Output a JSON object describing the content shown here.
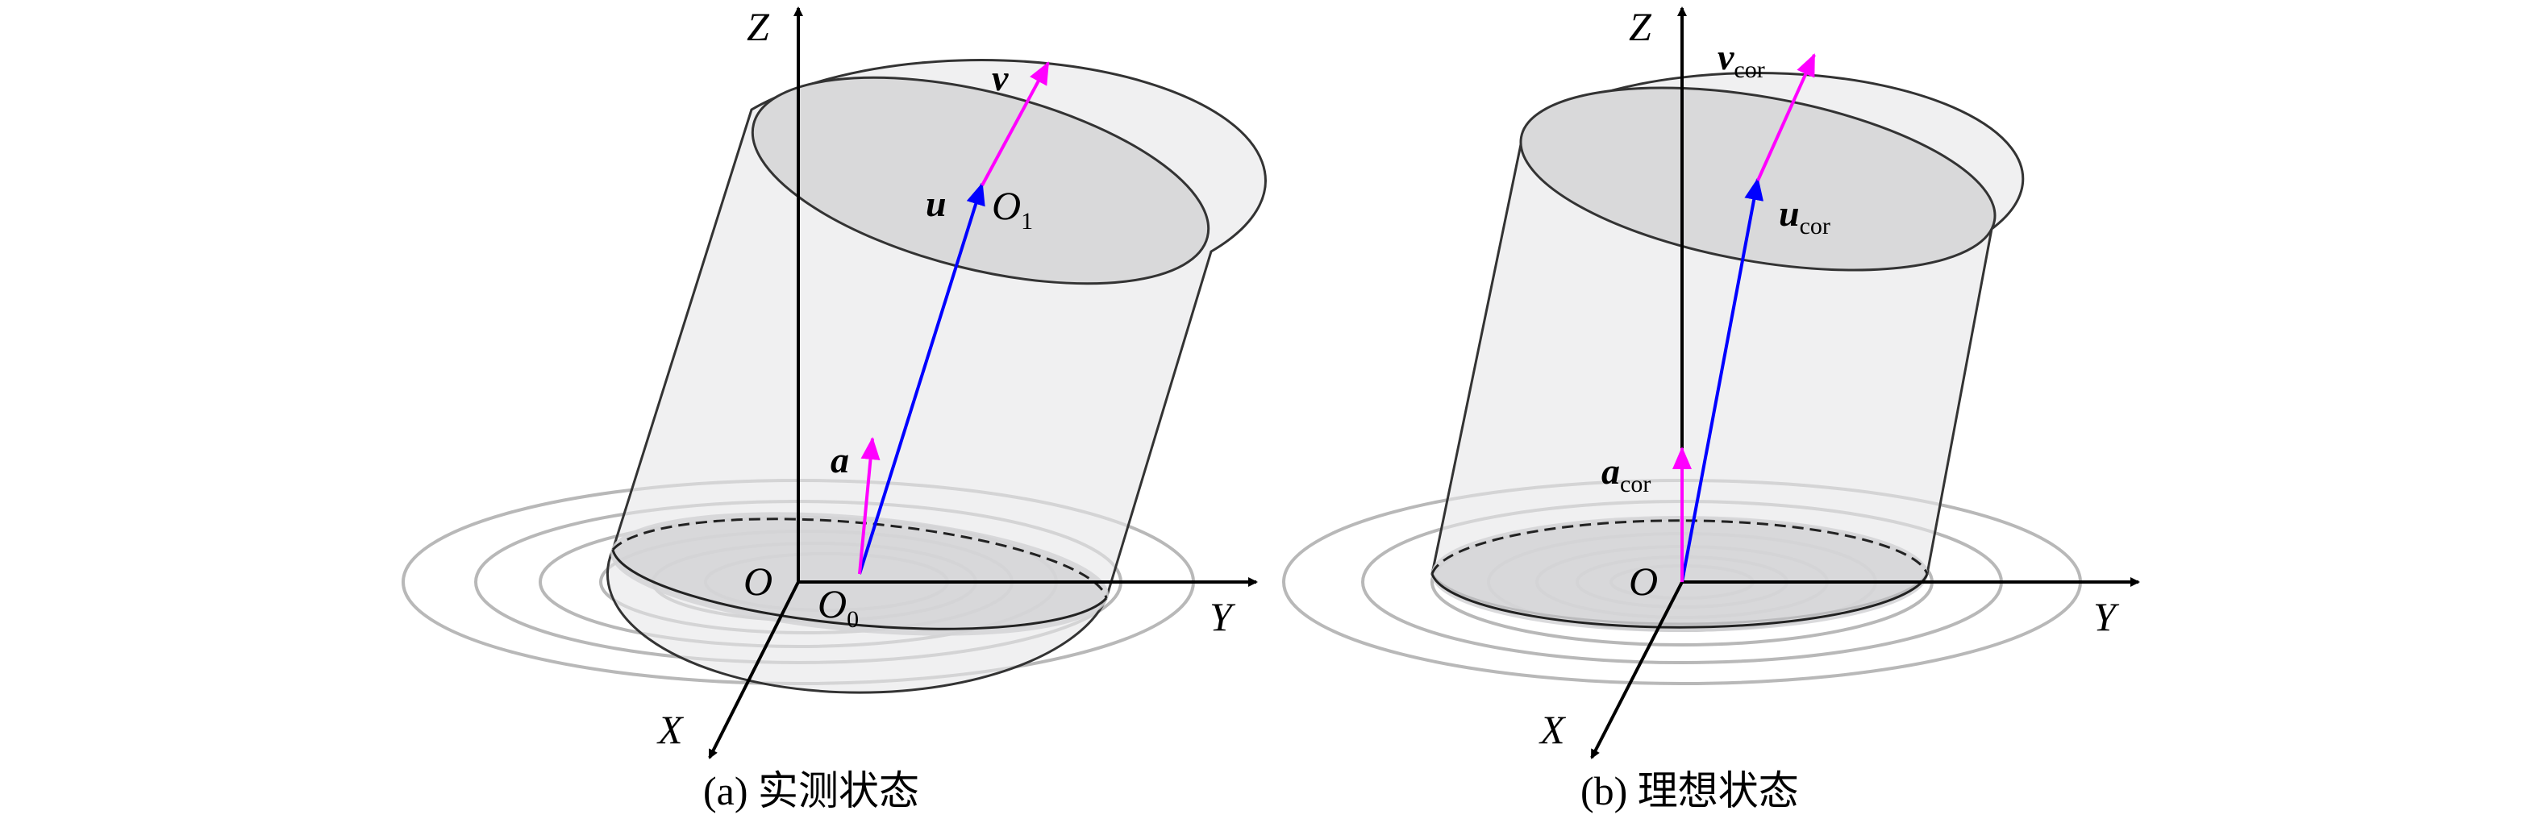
{
  "panel_a": {
    "caption": "(a) 实测状态",
    "axis_x": "X",
    "axis_y": "Y",
    "axis_z": "Z",
    "origin": "O",
    "point_bottom": {
      "base": "O",
      "sub": "0"
    },
    "point_top": {
      "base": "O",
      "sub": "1"
    },
    "vec_u": "u",
    "vec_v": "v",
    "vec_a": "a"
  },
  "panel_b": {
    "caption": "(b) 理想状态",
    "axis_x": "X",
    "axis_y": "Y",
    "axis_z": "Z",
    "origin": "O",
    "vec_u": {
      "base": "u",
      "sub": "cor"
    },
    "vec_v": {
      "base": "v",
      "sub": "cor"
    },
    "vec_a": {
      "base": "a",
      "sub": "cor"
    }
  },
  "colors": {
    "vector_u": "#0000ff",
    "vector_v": "#ff00ff",
    "vector_a": "#ff00ff",
    "axes": "#000000",
    "cylinder_fill": "#d9d9da",
    "rings": "#b0b0b0"
  }
}
